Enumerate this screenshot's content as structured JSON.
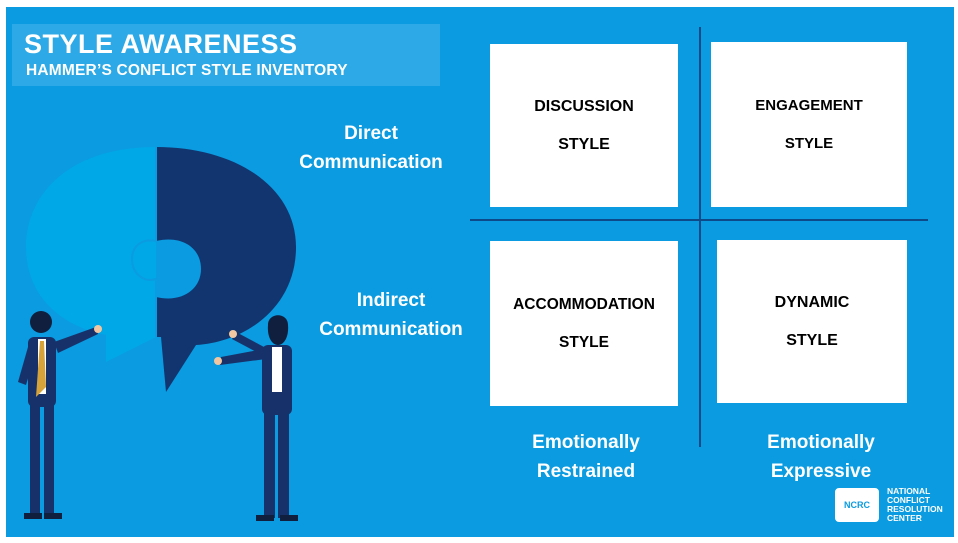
{
  "header": {
    "title": "STYLE AWARENESS",
    "subtitle": "HAMMER’S CONFLICT STYLE INVENTORY"
  },
  "axes": {
    "row_top": "Direct Communication",
    "row_bottom": "Indirect Communication",
    "col_left": "Emotionally Restrained",
    "col_right": "Emotionally Expressive"
  },
  "quadrants": {
    "top_left": [
      "DISCUSSION",
      "STYLE"
    ],
    "top_right": [
      "ENGAGEMENT",
      "STYLE"
    ],
    "bottom_left": [
      "ACCOMMODATION",
      "STYLE"
    ],
    "bottom_right": [
      "DYNAMIC",
      "STYLE"
    ]
  },
  "logo": {
    "mark": "NCRC",
    "name": "NATIONAL CONFLICT RESOLUTION CENTER"
  },
  "colors": {
    "background": "#0a9be0",
    "puzzle_light": "#00a8e8",
    "puzzle_dark": "#12346f",
    "divider": "#0d4a8a"
  },
  "icons": [
    "puzzle-speech-bubble-illustration",
    "businessman-figure",
    "businesswoman-figure"
  ]
}
